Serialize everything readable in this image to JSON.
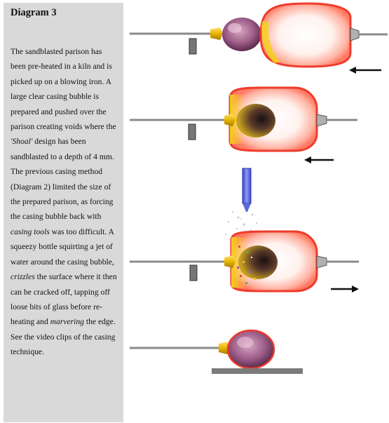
{
  "sidebar": {
    "title": "Diagram 3",
    "t1": "The sandblasted parison has been pre-heated in a kiln and is picked up on a blowing iron. A large clear casing bubble is prepared and pushed over the parison creating voids where the ",
    "t2": "'Shoal'",
    "t3": " design has been sandblasted to a depth of 4 mm. The previous casing method (Diagram 2) limited the size of the prepared parison, as forcing the casing bubble back with ",
    "t4": "casing tools",
    "t5": " was too difficult. A squeezy bottle squirting a jet of water around the casing bubble, ",
    "t6": "crizzles",
    "t7": " the surface where it then can be cracked off, tapping off loose bits of glass before re-heating and ",
    "t8": "marvering",
    "t9": " the edge.",
    "t10": "See the video clips of the casing technique."
  },
  "figure": {
    "steps": [
      "step-1-casing-bubble-pushed",
      "step-2-bubble-over-parison",
      "step-3-water-jet-crizzle",
      "step-4-marvering"
    ],
    "colors": {
      "casing_red": "#ee3b2c",
      "casing_yellow": "#f5d21a",
      "parison_purple": "#8c4a78",
      "collar_gold": "#e8b400",
      "pipe_grey": "#8a8a8a",
      "water_blue": "#5a6ad8",
      "marver_grey": "#7b7b7b"
    },
    "arrows": [
      "left",
      "left",
      "right"
    ]
  }
}
